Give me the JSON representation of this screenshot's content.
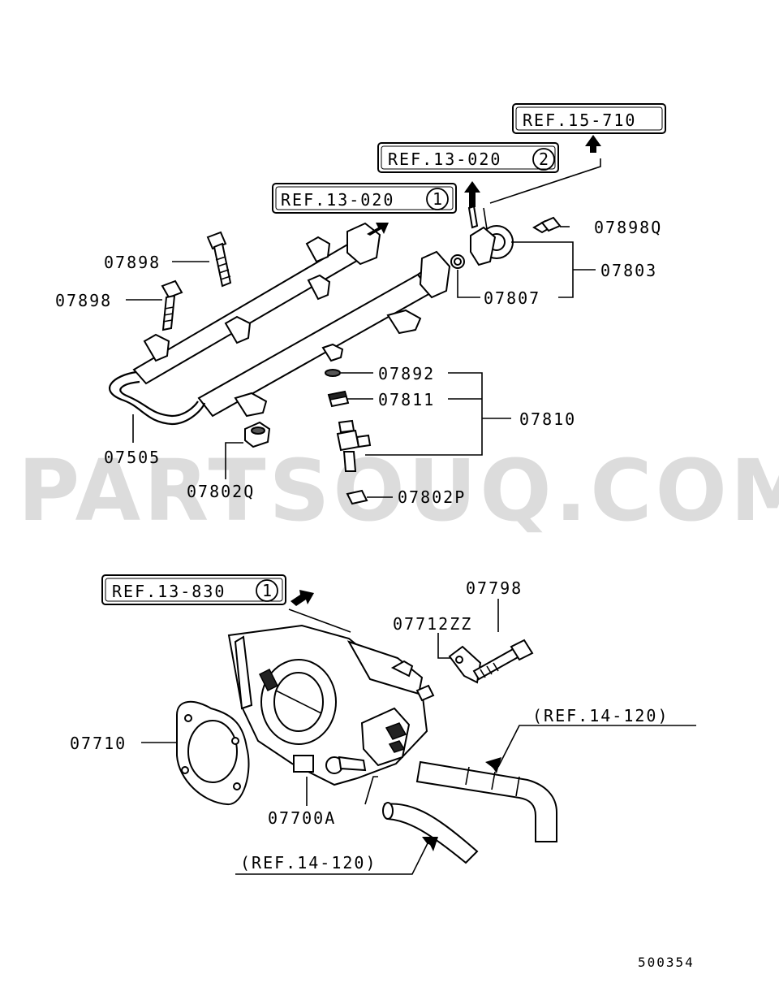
{
  "watermark": "PARTSOUQ.COM",
  "footer_code": "500354",
  "refs": {
    "r15_710": "REF.15-710",
    "r13_020_2": "REF.13-020",
    "r13_020_2_num": "2",
    "r13_020_1": "REF.13-020",
    "r13_020_1_num": "1",
    "r13_830_1": "REF.13-830",
    "r13_830_1_num": "1",
    "r14_120_a": "(REF.14-120)",
    "r14_120_b": "(REF.14-120)"
  },
  "part_labels": {
    "p07898_top": "07898",
    "p07898_left": "07898",
    "p07505": "07505",
    "p07802Q": "07802Q",
    "p07898Q": "07898Q",
    "p07803": "07803",
    "p07807": "07807",
    "p07892": "07892",
    "p07811": "07811",
    "p07810": "07810",
    "p07802P": "07802P",
    "p07798": "07798",
    "p07712ZZ": "07712ZZ",
    "p07710": "07710",
    "p07700A": "07700A"
  }
}
